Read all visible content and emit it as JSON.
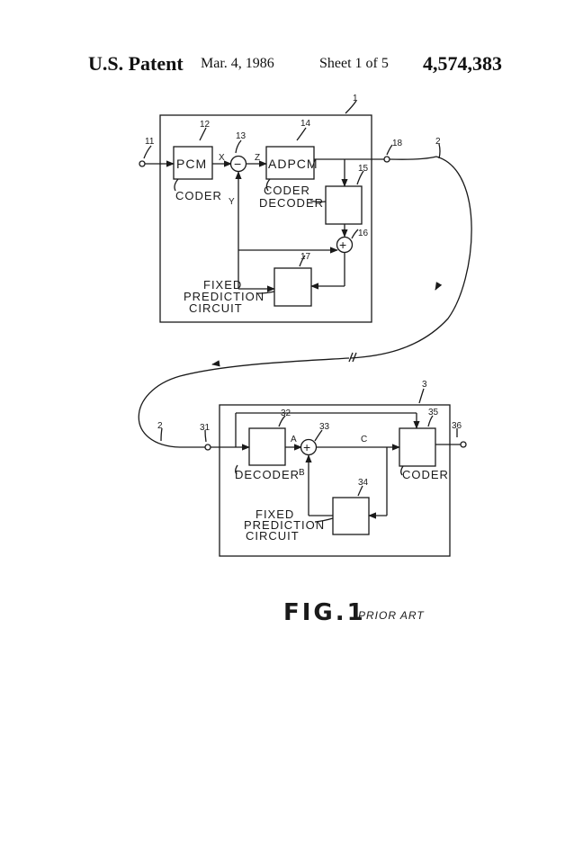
{
  "header": {
    "patent_label": "U.S. Patent",
    "date": "Mar. 4, 1986",
    "sheet": "Sheet 1 of 5",
    "patent_number": "4,574,383"
  },
  "figure": {
    "title": "FIG.1",
    "subtitle": "PRIOR ART"
  },
  "transmitter": {
    "ref": "1",
    "input_terminal_ref": "11",
    "output_terminal_ref": "18",
    "pcm_block": {
      "text": "PCM",
      "ref": "12",
      "label": "CODER"
    },
    "subtractor": {
      "ref": "13",
      "symbol": "−"
    },
    "adpcm_block": {
      "text": "ADPCM",
      "ref": "14",
      "label": "CODER"
    },
    "decoder_block": {
      "ref": "15",
      "label": "DECODER"
    },
    "adder": {
      "ref": "16",
      "symbol": "+"
    },
    "prediction_block": {
      "ref": "17",
      "label_lines": [
        "FIXED",
        "PREDICTION",
        "CIRCUIT"
      ]
    },
    "signals": {
      "x": "X",
      "z": "Z",
      "y": "Y"
    }
  },
  "line_ref": "2",
  "receiver": {
    "ref": "3",
    "input_terminal_ref": "31",
    "output_terminal_ref": "36",
    "decoder_block": {
      "ref": "32",
      "label": "DECODER"
    },
    "adder": {
      "ref": "33",
      "symbol": "+"
    },
    "prediction_block": {
      "ref": "34",
      "label_lines": [
        "FIXED",
        "PREDICTION",
        "CIRCUIT"
      ]
    },
    "coder_block": {
      "ref": "35",
      "label": "CODER"
    },
    "signals": {
      "a": "A",
      "b": "B",
      "c": "C"
    }
  }
}
